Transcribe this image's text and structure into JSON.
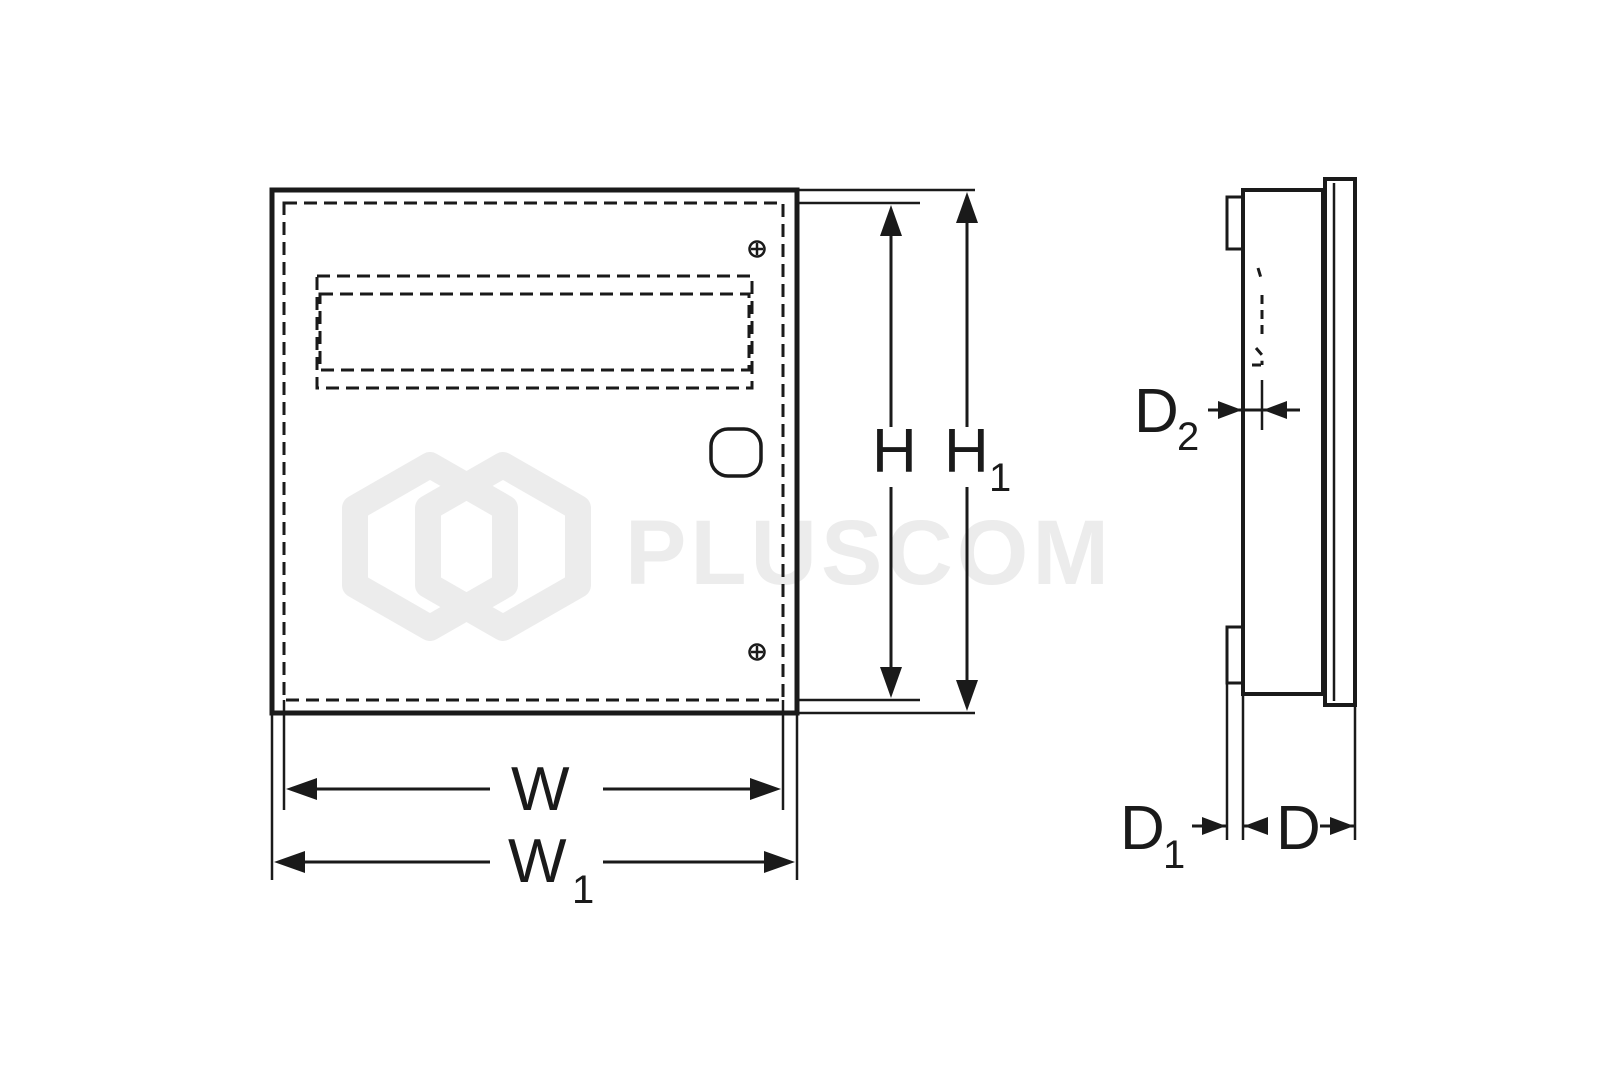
{
  "watermark": {
    "brand": "PLUSCOM",
    "color": "#ececec",
    "logo_icon": "hexagon-logo-icon"
  },
  "colors": {
    "line": "#1a1a1a",
    "background": "#ffffff"
  },
  "front_view": {
    "dimensions": {
      "width": {
        "letter": "W",
        "sub": ""
      },
      "outer_width": {
        "letter": "W",
        "sub": "1"
      },
      "height": {
        "letter": "H",
        "sub": ""
      },
      "outer_height": {
        "letter": "H",
        "sub": "1"
      }
    }
  },
  "side_view": {
    "dimensions": {
      "depth": {
        "letter": "D",
        "sub": ""
      },
      "depth_1": {
        "letter": "D",
        "sub": "1"
      },
      "depth_2": {
        "letter": "D",
        "sub": "2"
      }
    }
  }
}
